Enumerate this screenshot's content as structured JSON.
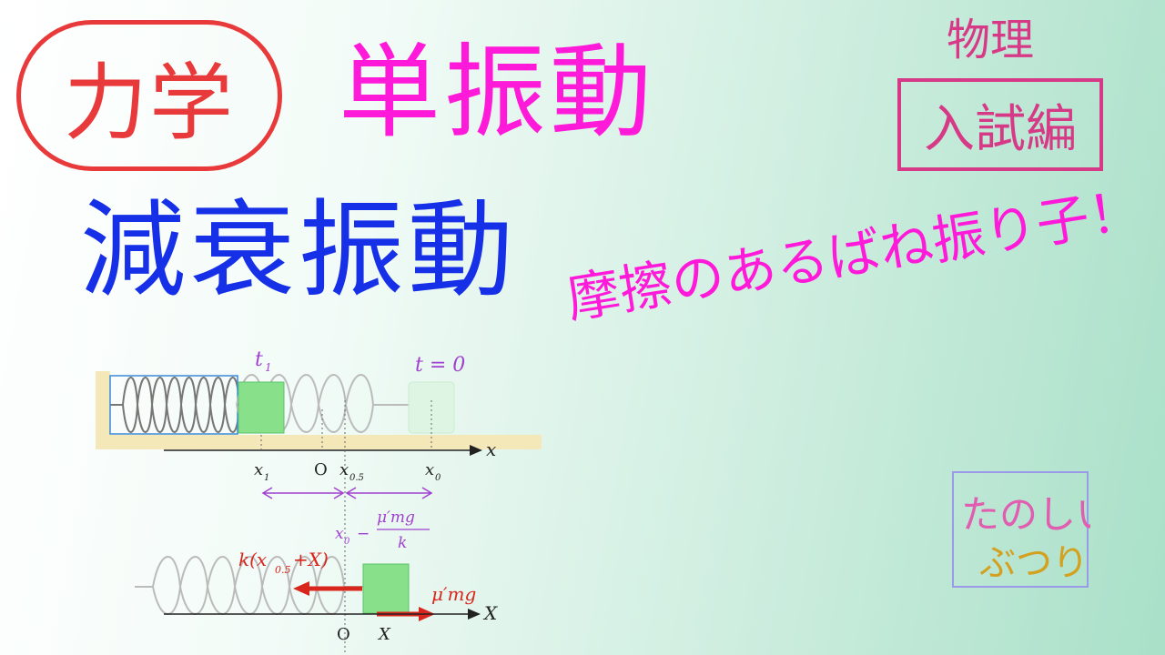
{
  "header": {
    "category_badge": "力学",
    "title": "単振動",
    "subtitle": "減衰振動",
    "subject": "物理",
    "exam_label": "入試編",
    "tagline": "摩擦のあるばね振り子！"
  },
  "logo": {
    "line1": "たのしい",
    "line2": "ぶつり"
  },
  "diagram": {
    "upper": {
      "label_t1": "t",
      "label_t1_sub": "1",
      "label_t0": "t = 0",
      "axis_label": "x",
      "tick_x1": "x",
      "tick_x1_sub": "1",
      "tick_origin": "O",
      "tick_x05": "x",
      "tick_x05_sub": "0.5",
      "tick_x0": "x",
      "tick_x0_sub": "0",
      "formula_x": "x",
      "formula_x_sub": "0",
      "formula_minus": "−",
      "formula_num": "μ′mg",
      "formula_den": "k"
    },
    "lower": {
      "force_spring_prefix": "k(x",
      "force_spring_sub": "0.5",
      "force_spring_suffix": "+X)",
      "force_friction": "μ′mg",
      "axis_label": "X",
      "tick_origin": "O",
      "tick_X": "X"
    },
    "colors": {
      "purple": "#a040d0",
      "arrow_red": "#d8261c",
      "block_green": "#88e08a",
      "floor": "#f4e7b8"
    }
  }
}
